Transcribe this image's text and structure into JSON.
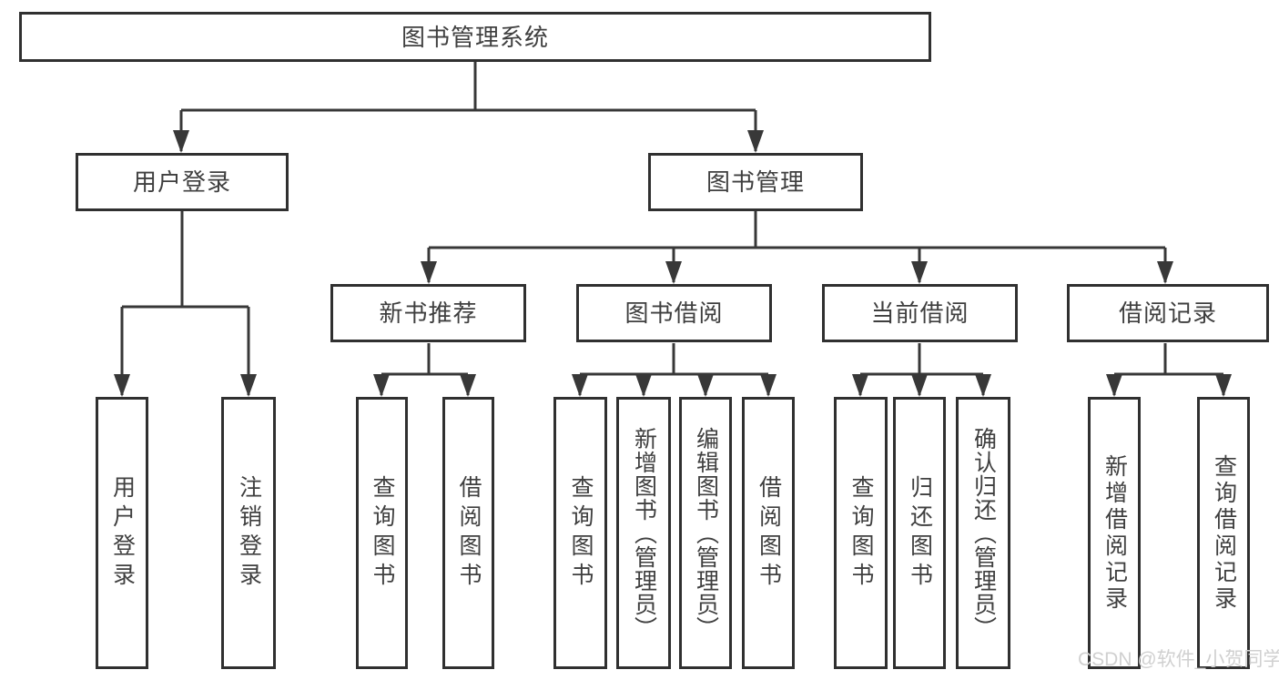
{
  "nodes": {
    "root": {
      "label": "图书管理系统"
    },
    "level2": [
      {
        "label": "用户登录"
      },
      {
        "label": "图书管理"
      }
    ],
    "level3": [
      {
        "label": "新书推荐",
        "parent": "图书管理"
      },
      {
        "label": "图书借阅",
        "parent": "图书管理"
      },
      {
        "label": "当前借阅",
        "parent": "图书管理"
      },
      {
        "label": "借阅记录",
        "parent": "图书管理"
      }
    ],
    "leaves": [
      {
        "label": "用户登录",
        "parent": "用户登录"
      },
      {
        "label": "注销登录",
        "parent": "用户登录"
      },
      {
        "label": "查询图书",
        "parent": "新书推荐"
      },
      {
        "label": "借阅图书",
        "parent": "新书推荐"
      },
      {
        "label": "查询图书",
        "parent": "图书借阅"
      },
      {
        "label": "新增图书（管理员）",
        "parent": "图书借阅"
      },
      {
        "label": "编辑图书（管理员）",
        "parent": "图书借阅"
      },
      {
        "label": "借阅图书",
        "parent": "图书借阅"
      },
      {
        "label": "查询图书",
        "parent": "当前借阅"
      },
      {
        "label": "归还图书",
        "parent": "当前借阅"
      },
      {
        "label": "确认归还（管理员）",
        "parent": "当前借阅"
      },
      {
        "label": "新增借阅记录",
        "parent": "借阅记录"
      },
      {
        "label": "查询借阅记录",
        "parent": "借阅记录"
      }
    ]
  },
  "watermark": {
    "text": "CSDN @软件_小贺同学"
  },
  "colors": {
    "line": "#383838",
    "text": "#3f3f3f",
    "box_border": "#303030",
    "box_background": "#ffffff",
    "watermark": "#d0d0d0",
    "page_background": "#ffffff"
  }
}
